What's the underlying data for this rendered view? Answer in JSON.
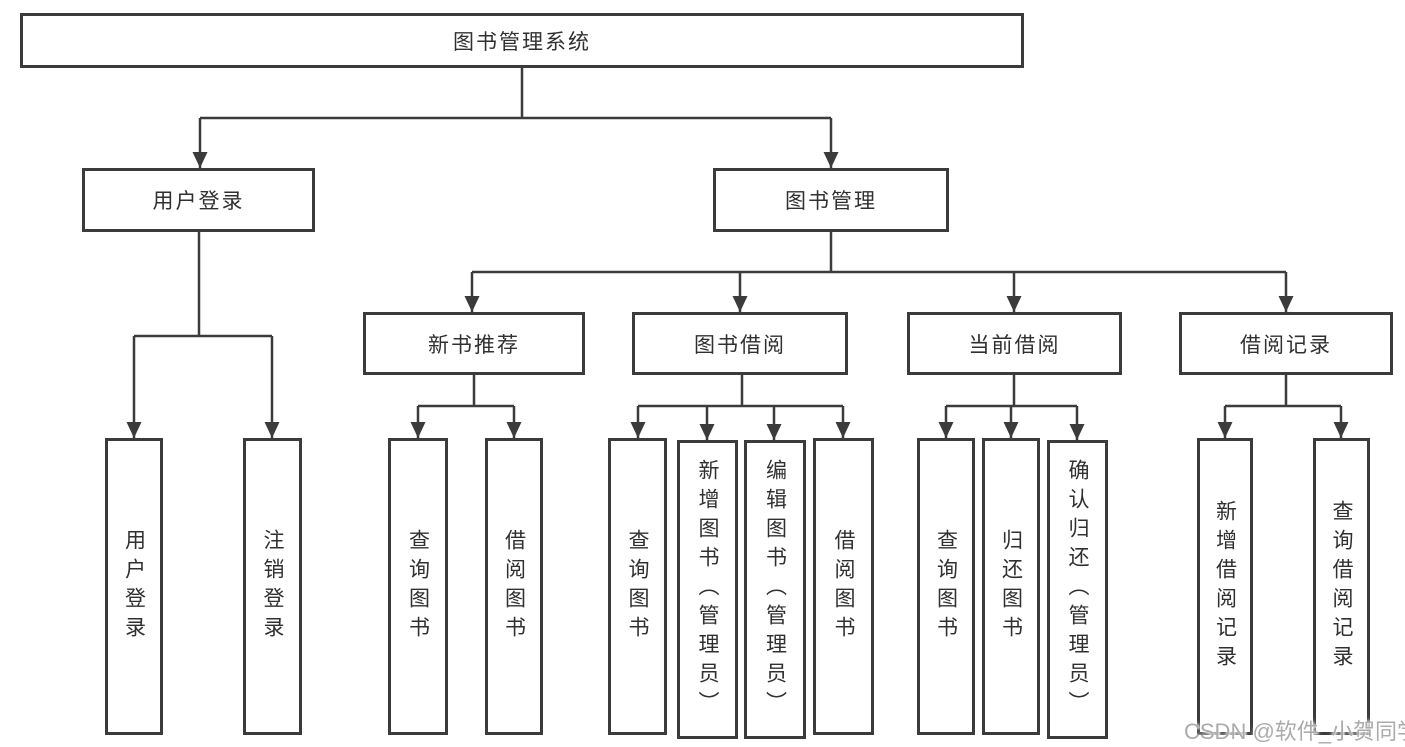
{
  "diagram": {
    "title_node": "图书管理系统",
    "root": {
      "label": "图书管理系统"
    },
    "level2": [
      {
        "label": "用户登录",
        "parent": "图书管理系统"
      },
      {
        "label": "图书管理",
        "parent": "图书管理系统"
      }
    ],
    "level3": [
      {
        "label": "新书推荐",
        "parent": "图书管理"
      },
      {
        "label": "图书借阅",
        "parent": "图书管理"
      },
      {
        "label": "当前借阅",
        "parent": "图书管理"
      },
      {
        "label": "借阅记录",
        "parent": "图书管理"
      }
    ],
    "leaves": [
      {
        "label": "用户登录",
        "parent": "用户登录"
      },
      {
        "label": "注销登录",
        "parent": "用户登录"
      },
      {
        "label": "查询图书",
        "parent": "新书推荐"
      },
      {
        "label": "借阅图书",
        "parent": "新书推荐"
      },
      {
        "label": "查询图书",
        "parent": "图书借阅"
      },
      {
        "label": "新增图书（管理员）",
        "parent": "图书借阅"
      },
      {
        "label": "编辑图书（管理员）",
        "parent": "图书借阅"
      },
      {
        "label": "借阅图书",
        "parent": "图书借阅"
      },
      {
        "label": "查询图书",
        "parent": "当前借阅"
      },
      {
        "label": "归还图书",
        "parent": "当前借阅"
      },
      {
        "label": "确认归还（管理员）",
        "parent": "当前借阅"
      },
      {
        "label": "新增借阅记录",
        "parent": "借阅记录"
      },
      {
        "label": "查询借阅记录",
        "parent": "借阅记录"
      }
    ]
  },
  "watermark": {
    "text": "CSDN @软件_小贺同学"
  },
  "colors": {
    "line": "#3b3b3b",
    "box_border": "#3b3b3b",
    "text": "#303030",
    "watermark": "#ababab",
    "background": "#ffffff"
  }
}
